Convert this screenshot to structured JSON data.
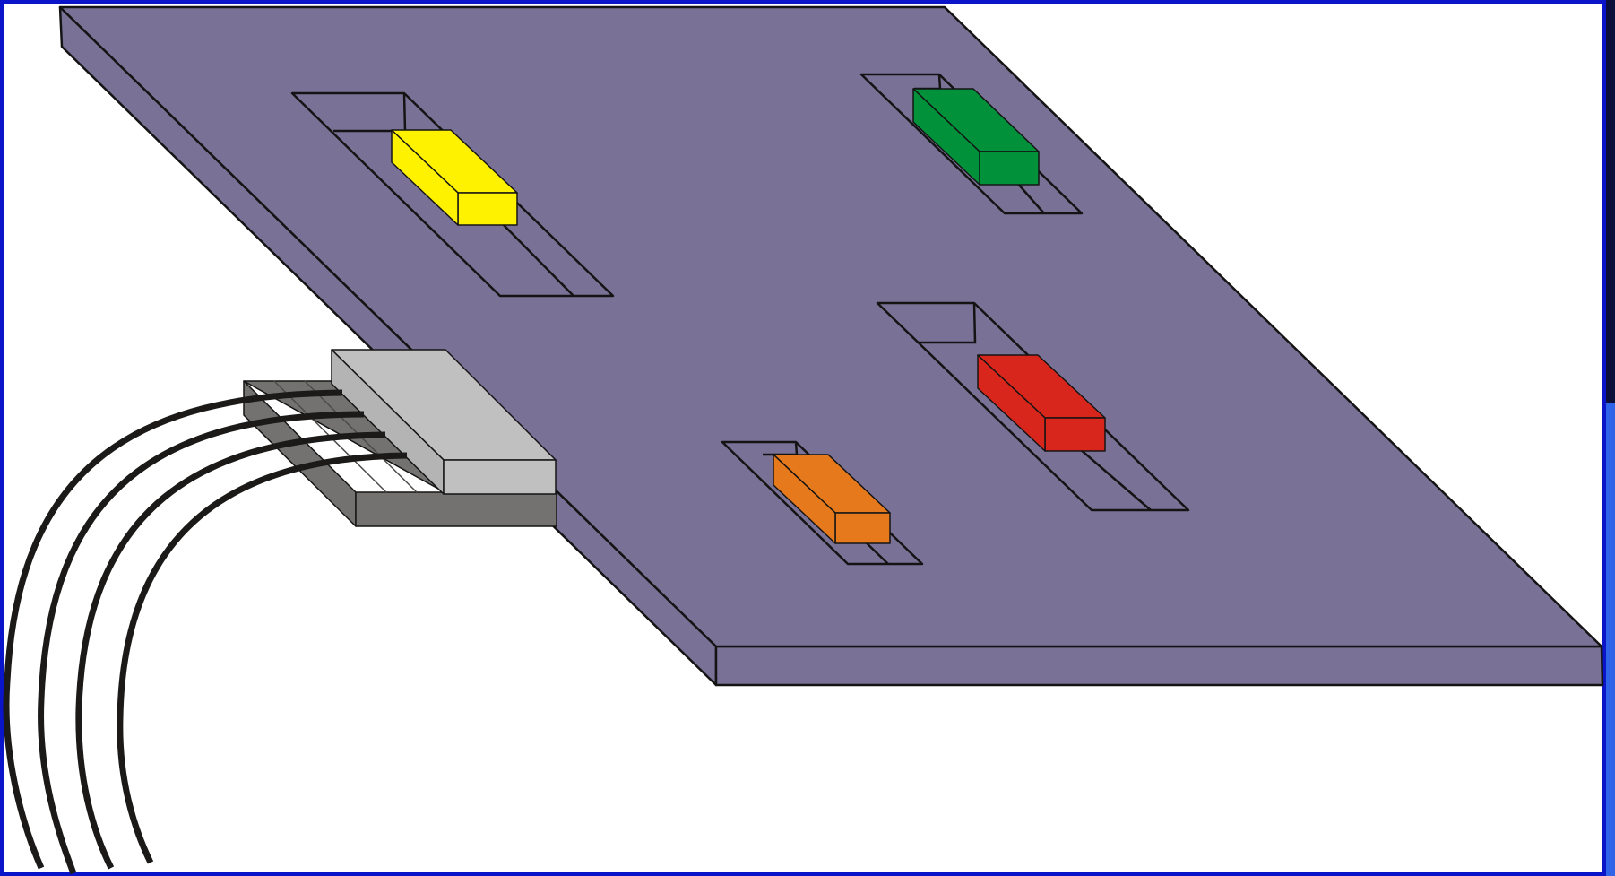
{
  "colors": {
    "frame": "#0a14c8",
    "panel_right": "#0b0f3a",
    "panel_right_accent": "#2f63e8",
    "board_top": "#7a7296",
    "board_edge": "#7a7296",
    "outline": "#141414",
    "connector_body": "#c0c0c0",
    "connector_base": "#737270",
    "wire": "#1c1a19"
  },
  "sliders": [
    {
      "id": "yellow",
      "color": "#fff200"
    },
    {
      "id": "green",
      "color": "#00913a"
    },
    {
      "id": "red",
      "color": "#d9261c"
    },
    {
      "id": "orange",
      "color": "#e6791c"
    }
  ],
  "wires": {
    "count": 4
  }
}
